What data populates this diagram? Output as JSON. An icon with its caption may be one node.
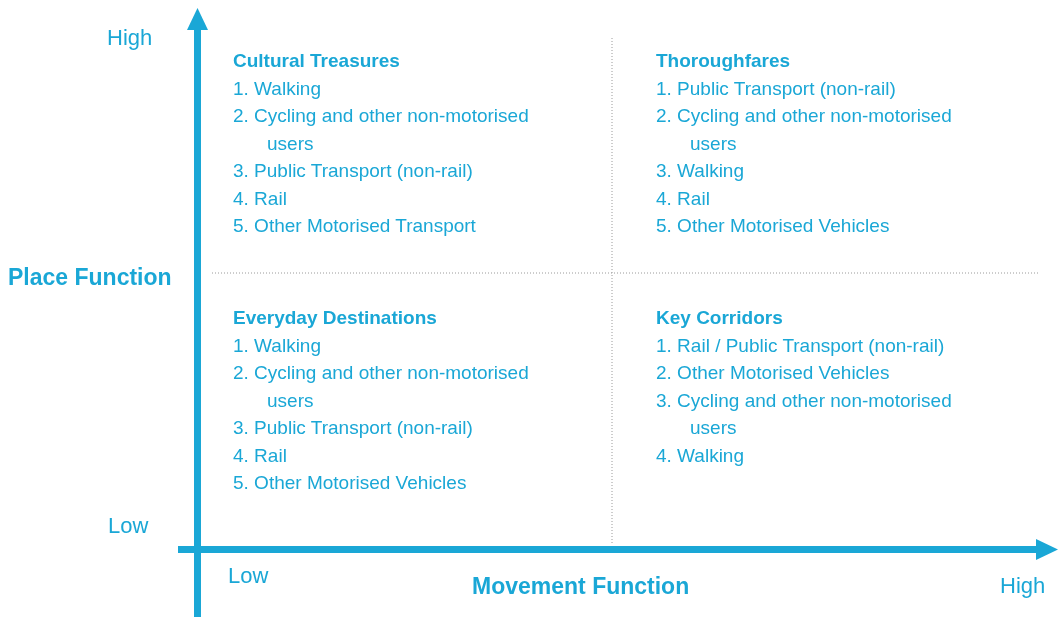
{
  "diagram": {
    "labels": [
      "High",
      "Cultural Treasures",
      "1. Walking",
      "2. Cycling and other non-motorised users",
      "3. Public Transport (non-rail)",
      "4. Rail",
      "5. Other Motorised Transport",
      "Thoroughfares",
      "1. Public Transport (non-rail)",
      "2. Cycling and other non-motorised users",
      "3. Walking",
      "4. Rail",
      "5. Other Motorised Vehicles",
      "Place Function",
      "Everyday Destinations",
      "1. Walking",
      "2. Cycling and other non-motorised users",
      "3. Public Transport (non-rail)",
      "4. Rail",
      "5. Other Motorised Vehicles",
      "Key Corridors",
      "1. Rail / Public Transport (non-rail)",
      "2. Other Motorised Vehicles",
      "3. Cycling and other non-motorised users",
      "4. Walking",
      "Low",
      "Low",
      "Movement Function",
      "High"
    ]
  }
}
